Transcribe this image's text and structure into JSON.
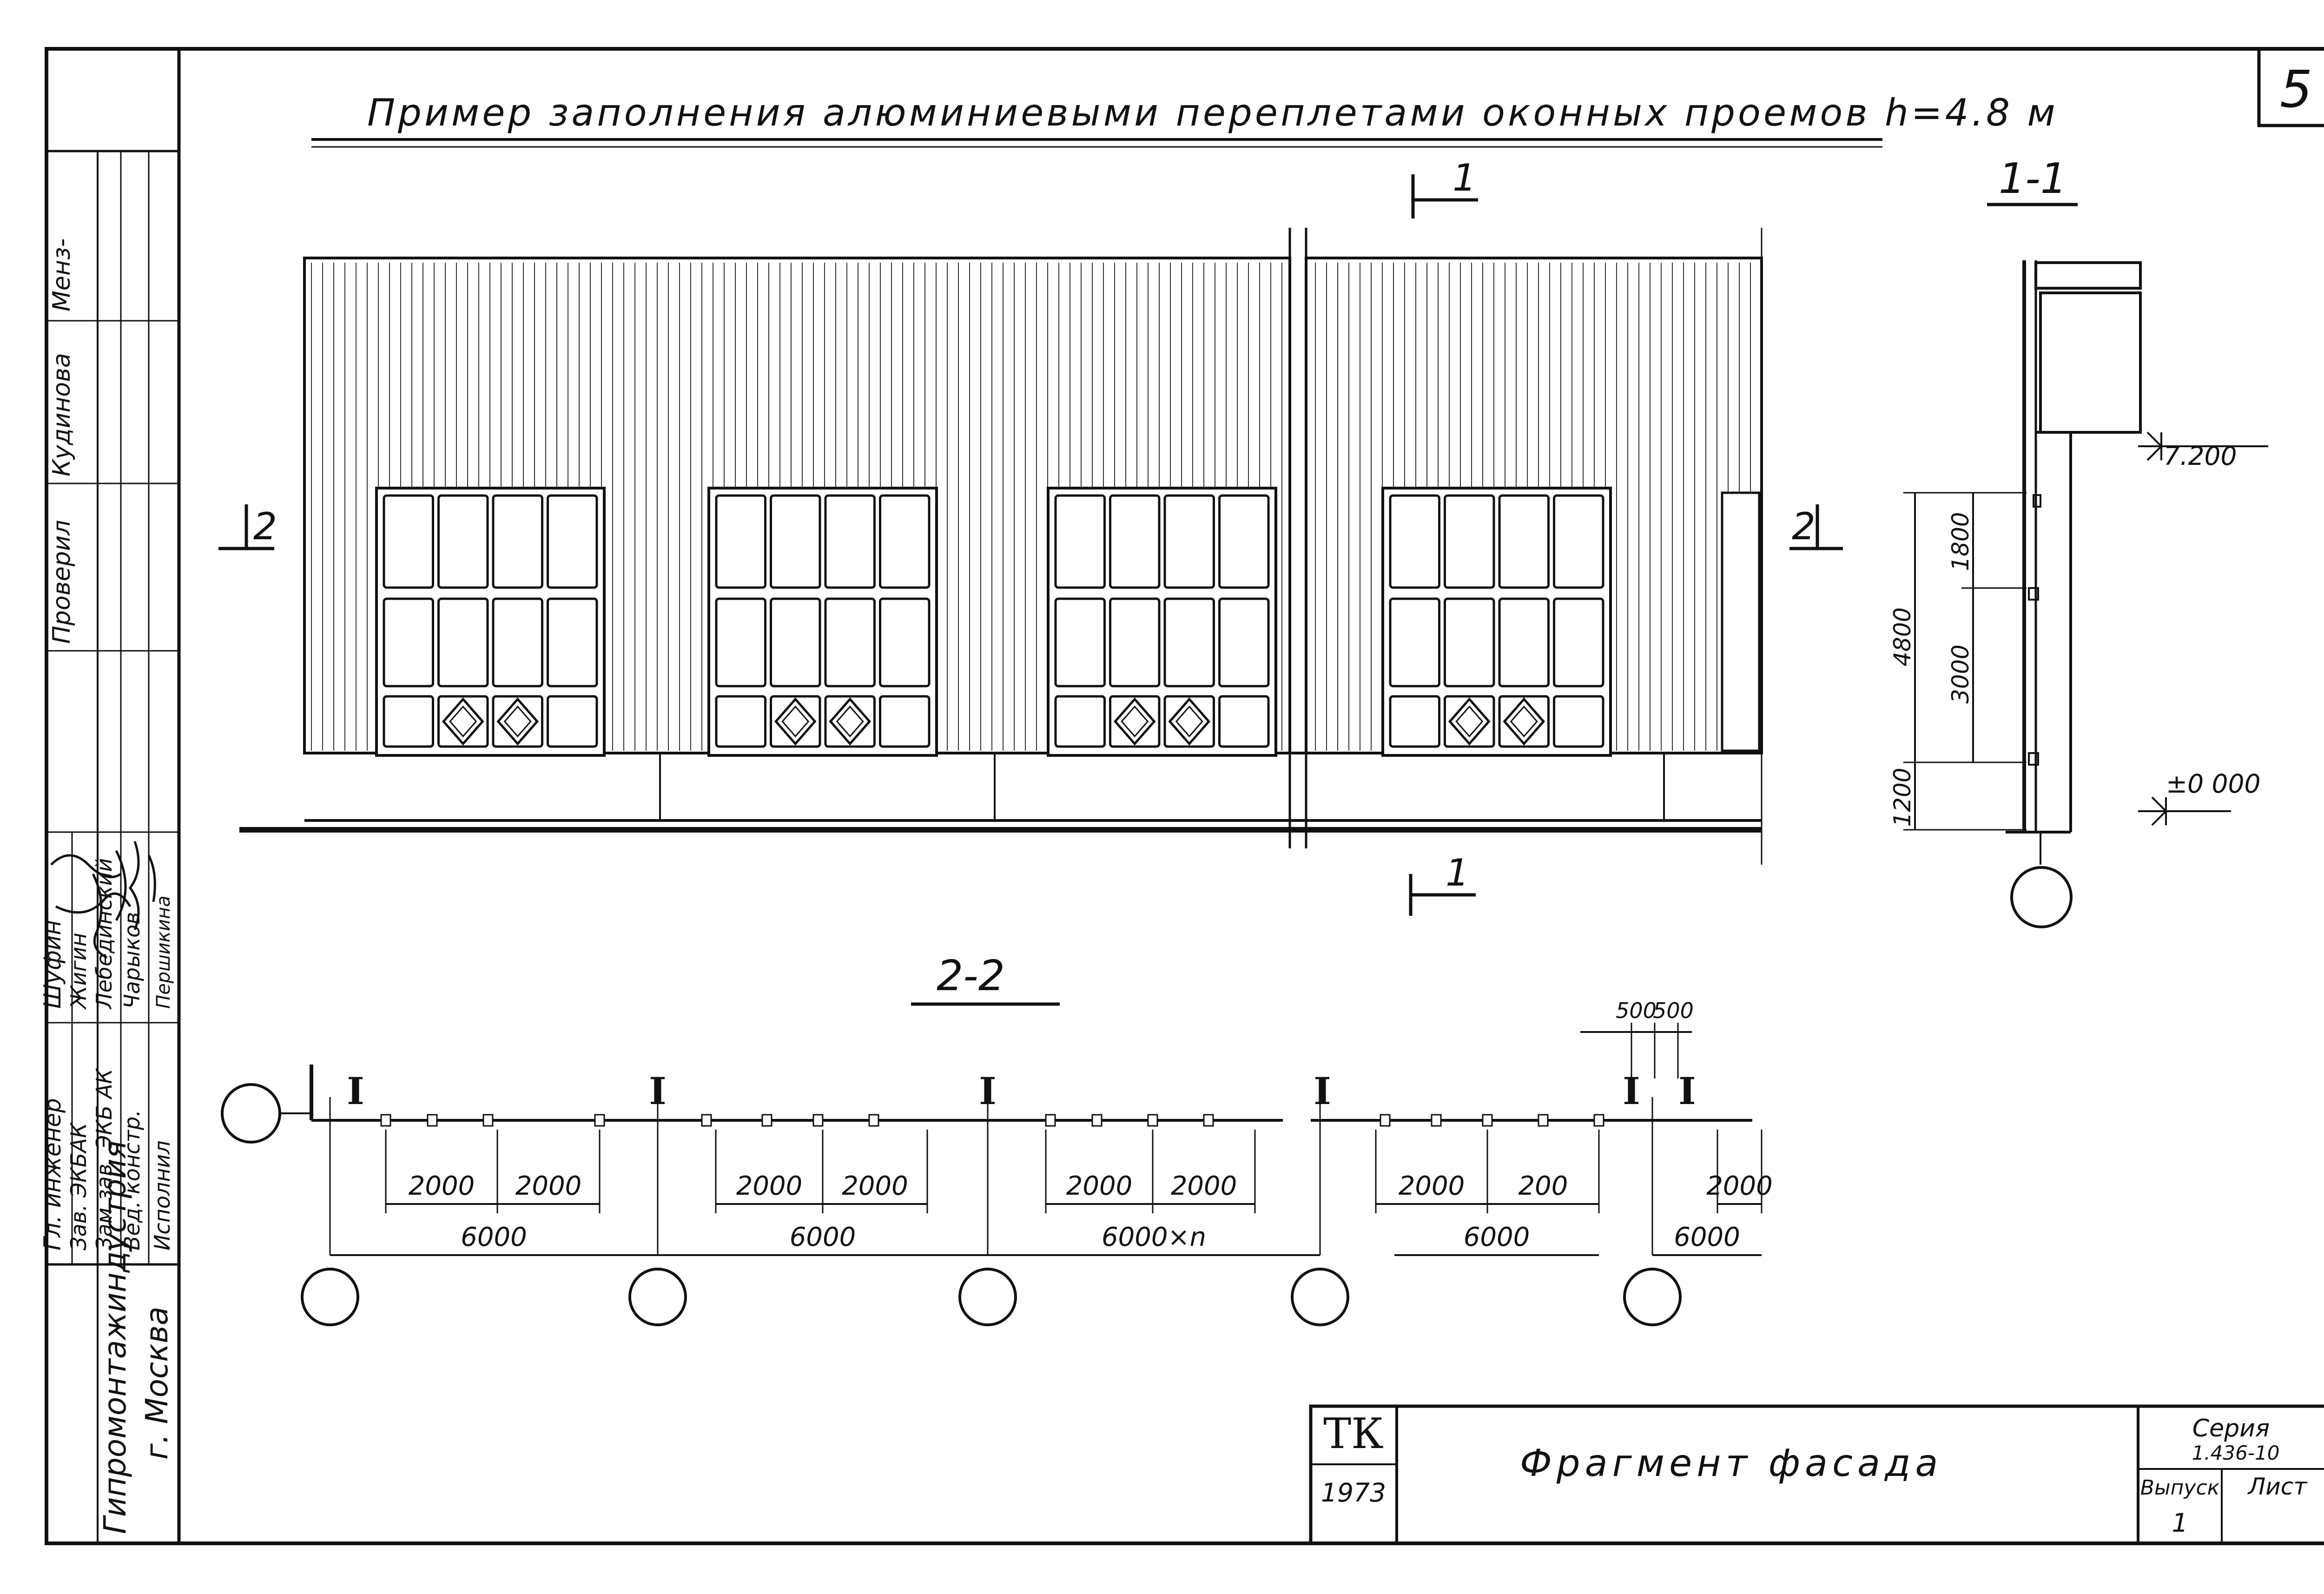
{
  "sheet_number": "5",
  "title": "Пример заполнения алюминиевыми переплетами оконных проемов h=4.8 м",
  "sections": {
    "a": "1-1",
    "b": "2-2",
    "marker_1": "1",
    "marker_2": "2"
  },
  "elevation": {
    "window_count": 4,
    "mark_top": "7.200",
    "mark_zero": "±0 000",
    "dim_total": "4800",
    "dim_upper": "1800",
    "dim_middle": "3000",
    "dim_base": "1200"
  },
  "plan": {
    "column_mark": "I",
    "dims_2000": [
      "2000",
      "2000",
      "2000",
      "2000",
      "2000",
      "2000",
      "2000",
      "200",
      "2000"
    ],
    "dims_6000": [
      "6000",
      "6000",
      "6000×n",
      "6000",
      "6000"
    ],
    "dims_500": [
      "500",
      "500"
    ]
  },
  "stamp_left": {
    "org_line1": "Гипромонтажиндустрия",
    "org_line2": "г. Москва",
    "roles": [
      "Гл. инженер",
      "Зав. ЭКБАК",
      "Зам.зав. ЭКБ АК",
      "Вед. констр.",
      "Исполнил"
    ],
    "names": [
      "Шуфин",
      "Жигин",
      "Лебединский",
      "Чарыков",
      "Першикина"
    ],
    "column_top": [
      "Проверил",
      "Кудинова",
      "Менз-"
    ]
  },
  "stamp_bottom": {
    "code": "ТК",
    "year": "1973",
    "drawing_title": "Фрагмент фасада",
    "series_label": "Серия",
    "series_value": "1.436-10",
    "issue_label": "Выпуск",
    "sheet_label": "Лист",
    "issue_value": "1"
  }
}
